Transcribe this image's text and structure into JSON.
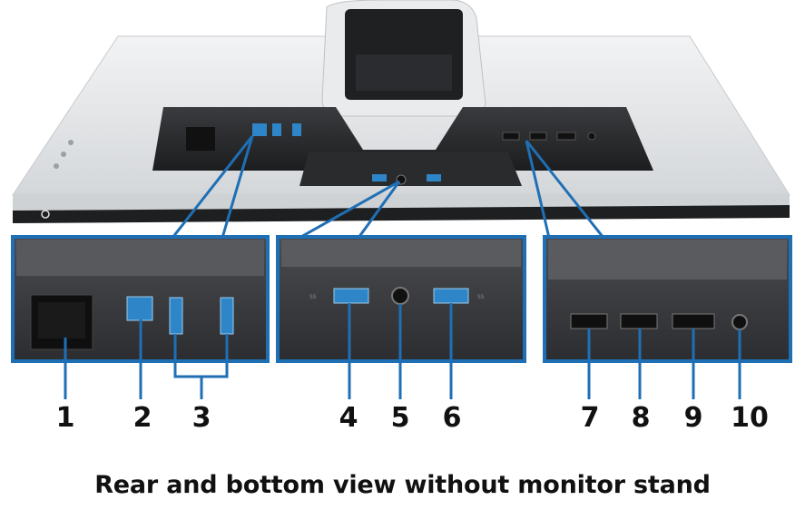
{
  "figure": {
    "callouts": [
      "1",
      "2",
      "3",
      "4",
      "5",
      "6",
      "7",
      "8",
      "9",
      "10"
    ],
    "caption": "Rear and bottom view without monitor stand",
    "colors": {
      "callout_line": "#1f6fb5",
      "monitor_shell": "#e6e8ea",
      "panel_dark": "#2a2b2d",
      "port_blue": "#2e86c8"
    }
  }
}
